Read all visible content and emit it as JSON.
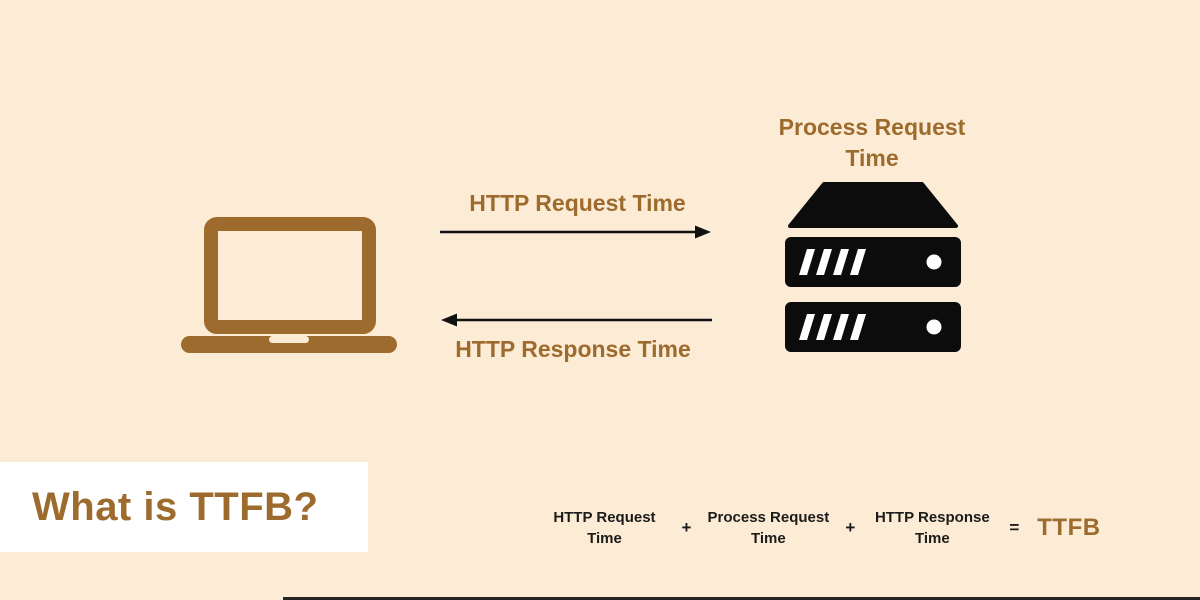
{
  "title": "What is TTFB?",
  "diagram": {
    "http_request_label": "HTTP Request Time",
    "http_response_label": "HTTP Response Time",
    "process_request_label": "Process Request Time"
  },
  "formula": {
    "term_request": "HTTP Request Time",
    "plus_1": "+",
    "term_process": "Process Request Time",
    "plus_2": "+",
    "term_response": "HTTP Response Time",
    "equals": "=",
    "result": "TTFB"
  },
  "colors": {
    "background": "#fdecd5",
    "accent_brown": "#9c6b2d",
    "icon_black": "#0c0c0c",
    "arrow_black": "#111111",
    "title_panel": "#ffffff",
    "formula_text": "#1b1b1b"
  }
}
